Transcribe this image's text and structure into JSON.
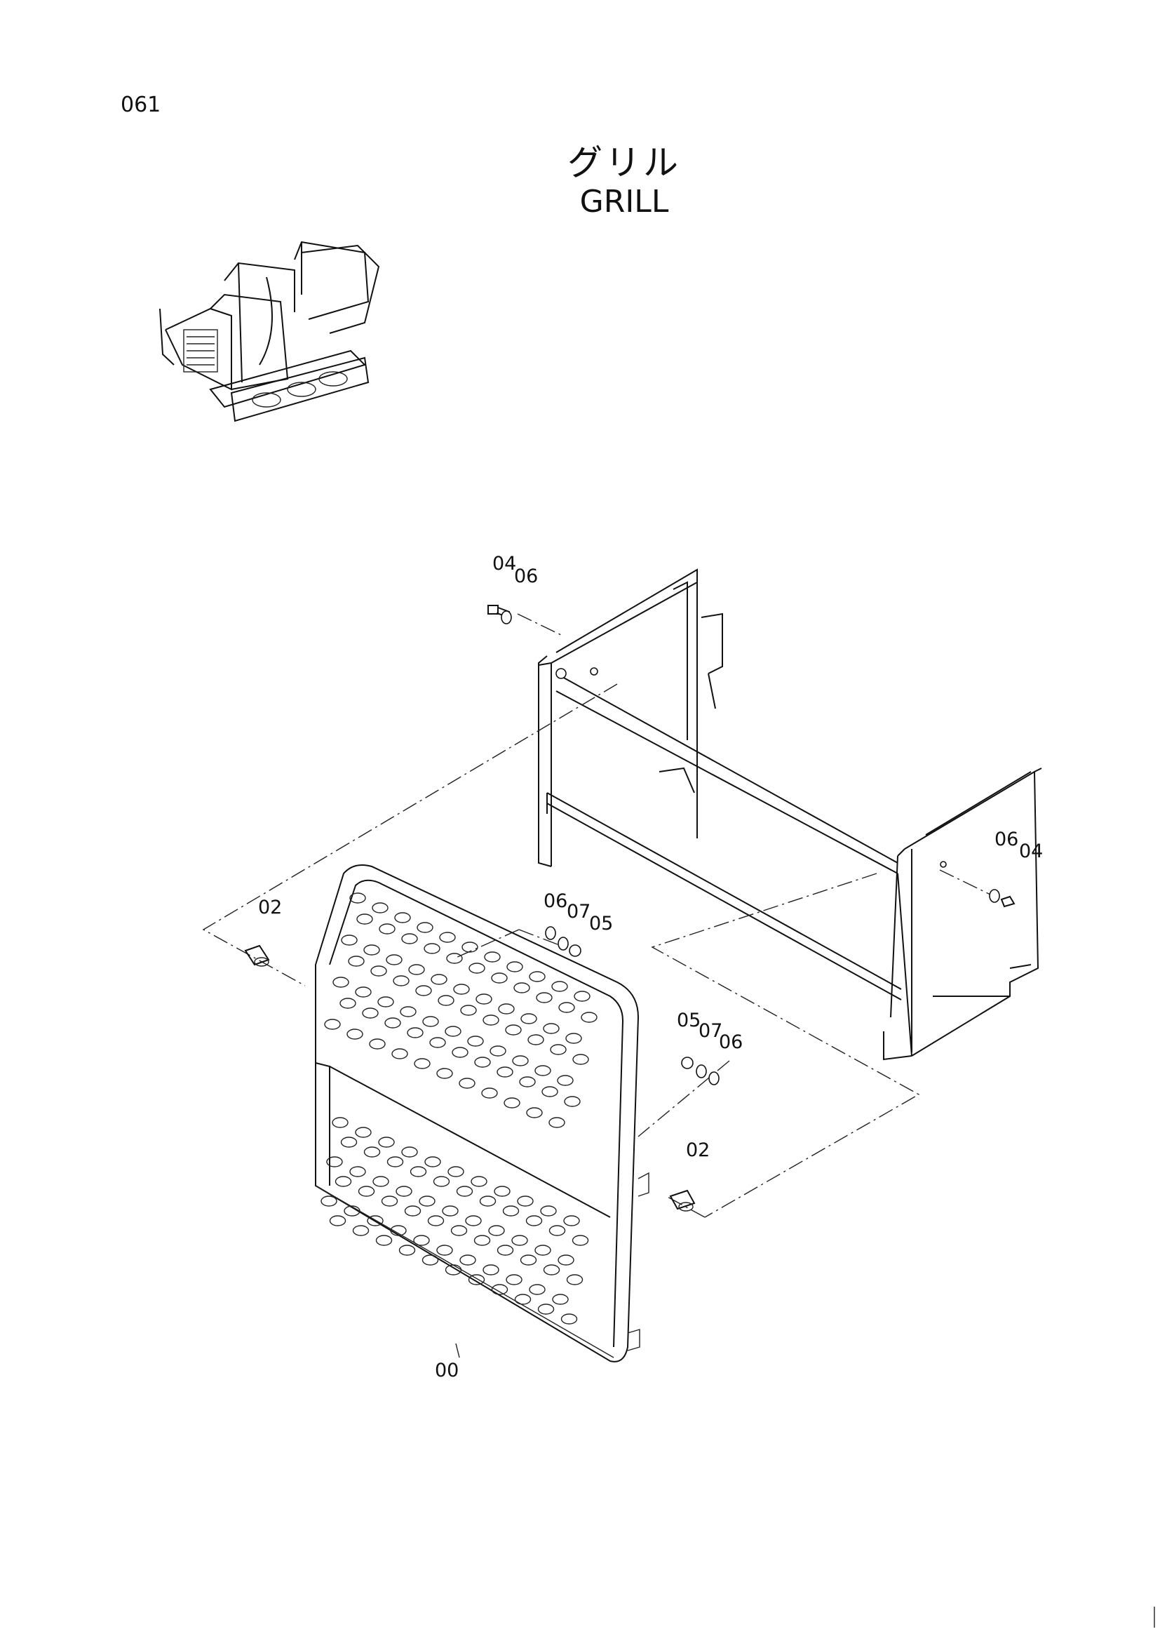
{
  "page": {
    "number": "061"
  },
  "title": {
    "jp": "グリル",
    "en": "GRILL"
  },
  "callouts": {
    "c0406_top_a": "04",
    "c0406_top_b": "06",
    "c0604_right_a": "06",
    "c0604_right_b": "04",
    "c02_left": "02",
    "c060705_a": "06",
    "c060705_b": "07",
    "c060705_c": "05",
    "c050706_a": "05",
    "c050706_b": "07",
    "c050706_c": "06",
    "c02_right": "02",
    "c00": "00"
  }
}
